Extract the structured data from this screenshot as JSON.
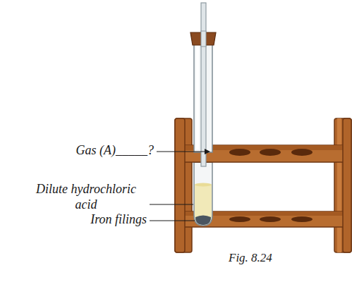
{
  "diagram": {
    "caption": "Fig. 8.24",
    "labels": [
      "Gas (A)_____?",
      "Dilute hydrochloric acid",
      "Iron filings"
    ]
  }
}
